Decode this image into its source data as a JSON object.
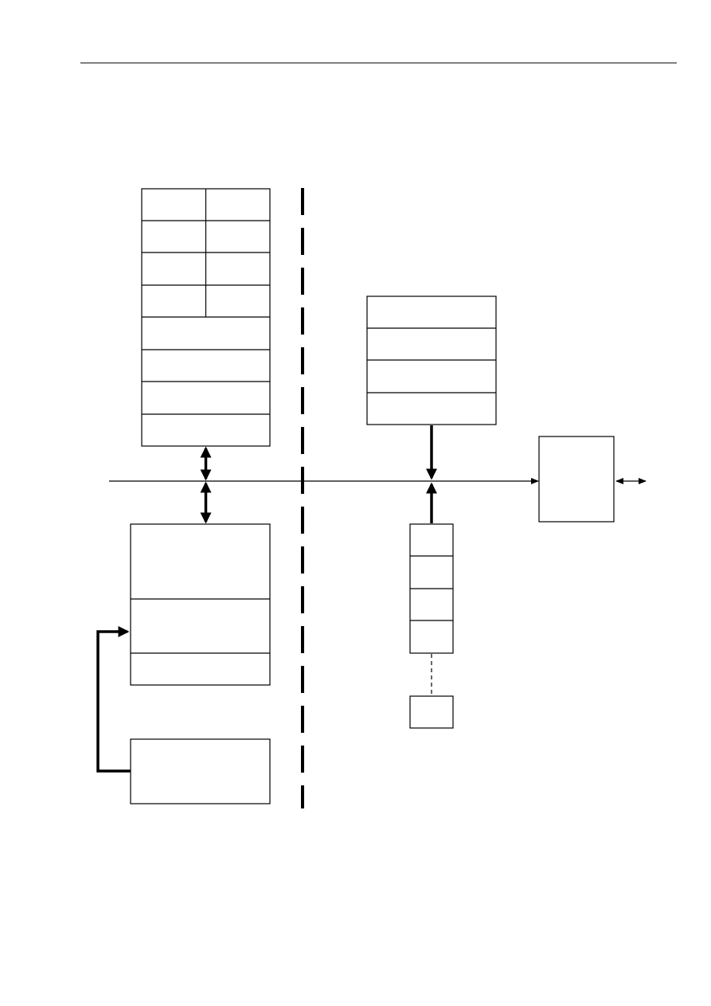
{
  "colors": {
    "background": "#ffffff",
    "stroke": "#000000",
    "header_rule": "#000000"
  },
  "diagram": {
    "left_top_stack": {
      "split_rows": 4,
      "full_rows": 4
    },
    "left_bottom_stack": {
      "sections": 3
    },
    "left_lower_block": {
      "sections": 1
    },
    "right_top_stack": {
      "rows": 4
    },
    "right_small_stack": {
      "rows": 4
    },
    "detached_small_box": {},
    "right_side_box": {},
    "bus_line": {},
    "divider": {
      "style": "dashed"
    },
    "connectors": [
      {
        "id": "left-top-to-bus",
        "style": "thick",
        "heads": "both"
      },
      {
        "id": "bus-to-left-bottom",
        "style": "thick",
        "heads": "both"
      },
      {
        "id": "right-top-to-bus",
        "style": "thick",
        "heads": "end"
      },
      {
        "id": "right-small-to-bus",
        "style": "thick",
        "heads": "end"
      },
      {
        "id": "bus-to-right-box",
        "style": "thin",
        "heads": "end"
      },
      {
        "id": "right-box-external",
        "style": "thin",
        "heads": "both"
      },
      {
        "id": "right-small-to-detached",
        "style": "dashed",
        "heads": "none"
      },
      {
        "id": "feedback-loop",
        "style": "thick",
        "heads": "end"
      }
    ]
  }
}
